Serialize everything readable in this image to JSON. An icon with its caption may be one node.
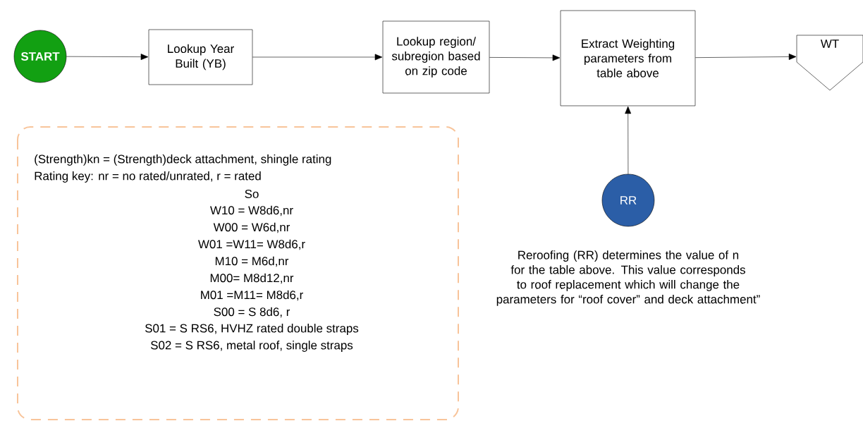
{
  "diagram": {
    "nodes": [
      {
        "text": [
          "START"
        ]
      },
      {
        "text": [
          "Lookup Year Built (YB)"
        ]
      },
      {
        "text": [
          "Lookup region/ subregion based on zip code"
        ]
      },
      {
        "text": [
          "Extract Weighting parameters from table above"
        ]
      },
      {
        "text": [
          "WT"
        ]
      },
      {
        "text": [
          "RR"
        ],
        "beside": [
          "Reroofing (RR) determines the value of n for the table above. This value corresponds to roof replacement which will change the parameters for “roof cover” and deck attachment”"
        ]
      },
      {
        "text": [
          "(Strength)kn = (Strength)deck attachment, shingle rating",
          "Rating key: nr = no rated/unrated, r = rated",
          "So",
          "W10 = W8d6,nr",
          "W00 = W6d,nr",
          "W01 =W11= W8d6,r",
          "M10 = M6d,nr",
          "M00= M8d12,nr",
          "M01 =M11= M8d6,r",
          "S00 = S 8d6, r",
          "S01 = S RS6, HVHZ rated double straps",
          "S02 = S RS6, metal roof, single straps"
        ]
      }
    ],
    "edges": [
      {
        "from": 0,
        "to": 1,
        "arrow": "to"
      },
      {
        "from": 1,
        "to": 2,
        "arrow": "to"
      },
      {
        "from": 2,
        "to": 3,
        "arrow": "to"
      },
      {
        "from": 3,
        "to": 4,
        "arrow": "to"
      },
      {
        "from": 5,
        "to": 3,
        "arrow": "to"
      }
    ]
  }
}
